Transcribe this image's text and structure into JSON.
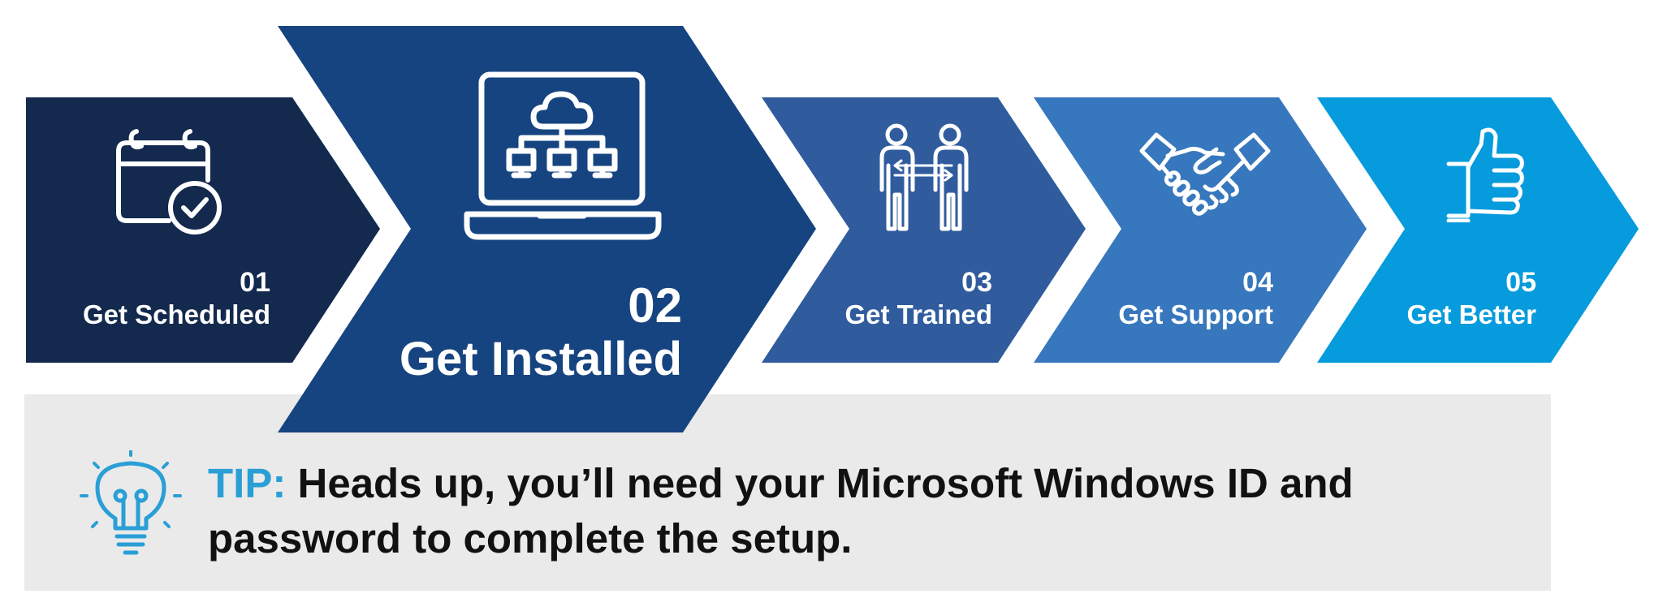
{
  "steps": [
    {
      "number": "01",
      "label": "Get Scheduled",
      "icon": "calendar-check-icon",
      "color": "#13294e"
    },
    {
      "number": "02",
      "label": "Get Installed",
      "icon": "laptop-cloud-network-icon",
      "color": "#164480"
    },
    {
      "number": "03",
      "label": "Get Trained",
      "icon": "people-exchange-icon",
      "color": "#305c9e"
    },
    {
      "number": "04",
      "label": "Get Support",
      "icon": "handshake-icon",
      "color": "#3777bd"
    },
    {
      "number": "05",
      "label": "Get Better",
      "icon": "thumbs-up-icon",
      "color": "#069bdc"
    }
  ],
  "tip": {
    "label": "TIP:",
    "text": "Heads up, you’ll need your Microsoft Windows ID and password to complete the setup.",
    "icon": "lightbulb-icon",
    "background": "#eaeaea",
    "accent": "#2a9fd6"
  }
}
